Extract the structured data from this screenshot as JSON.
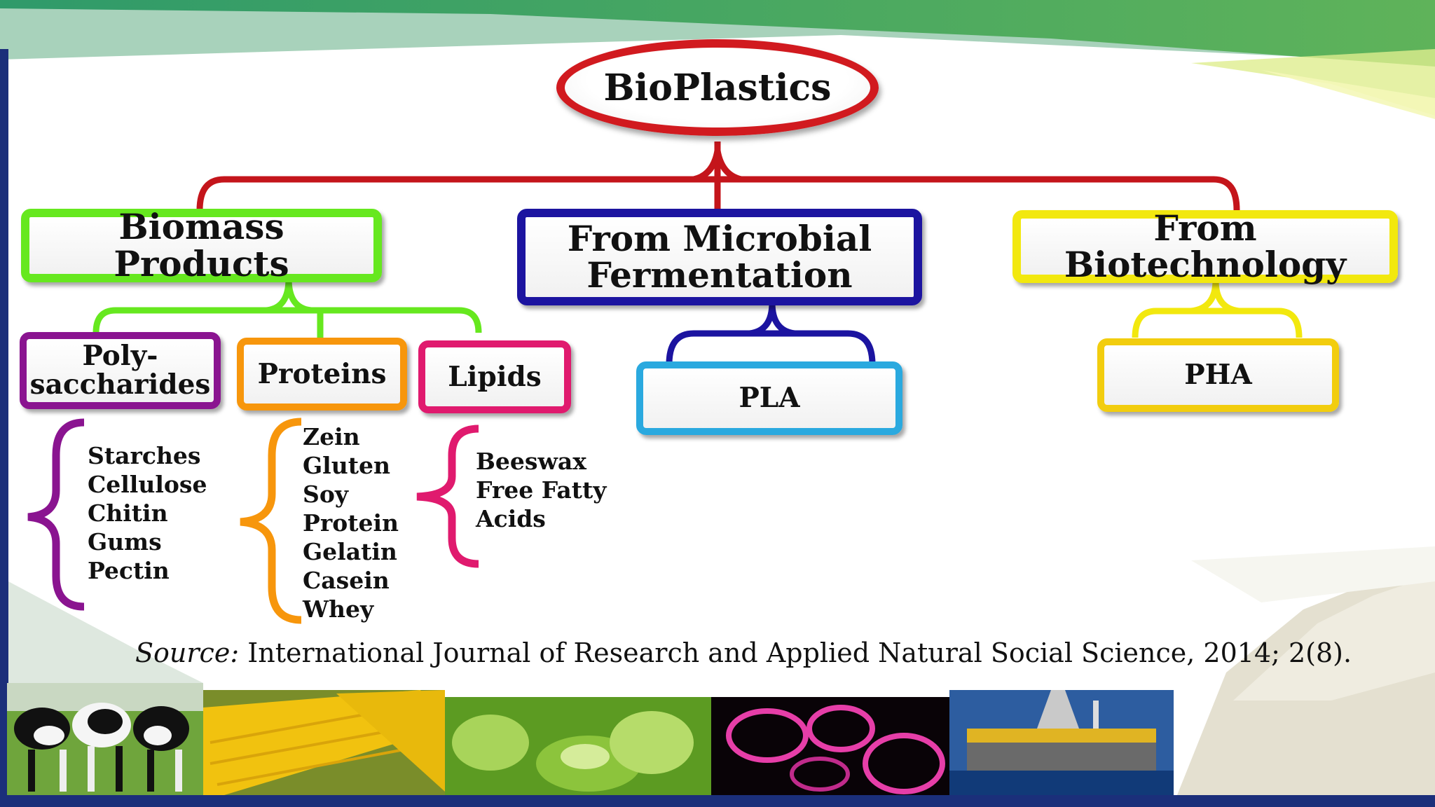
{
  "root": {
    "label": "BioPlastics",
    "color": "#d11a1f"
  },
  "branches": [
    {
      "label": "Biomass Products",
      "color": "#66e81f",
      "children": [
        {
          "label": "Poly-saccharides",
          "line1": "Poly-",
          "line2": "saccharides",
          "color": "#8a1490",
          "items": [
            "Starches",
            "Cellulose",
            "Chitin",
            "Gums",
            "Pectin"
          ]
        },
        {
          "label": "Proteins",
          "color": "#f7960c",
          "items": [
            "Zein",
            "Gluten",
            "Soy",
            "Protein",
            "Gelatin",
            "Casein",
            "Whey"
          ]
        },
        {
          "label": "Lipids",
          "color": "#e01a6e",
          "items": [
            "Beeswax",
            "Free Fatty",
            "Acids"
          ]
        }
      ]
    },
    {
      "label": "From Microbial Fermentation",
      "line1": "From Microbial",
      "line2": "Fermentation",
      "color": "#1c14a0",
      "children": [
        {
          "label": "PLA",
          "color": "#2aa9df"
        }
      ]
    },
    {
      "label": "From Biotechnology",
      "color": "#f2e80e",
      "children": [
        {
          "label": "PHA",
          "color": "#f2cd0e"
        }
      ]
    }
  ],
  "source": {
    "prefix": "Source:",
    "text": "International Journal of Research and Applied Natural Social Science, 2014; 2(8)."
  },
  "photos": [
    "cows",
    "corn",
    "soybeans",
    "microbes",
    "oil-rig",
    "starch-powder"
  ]
}
